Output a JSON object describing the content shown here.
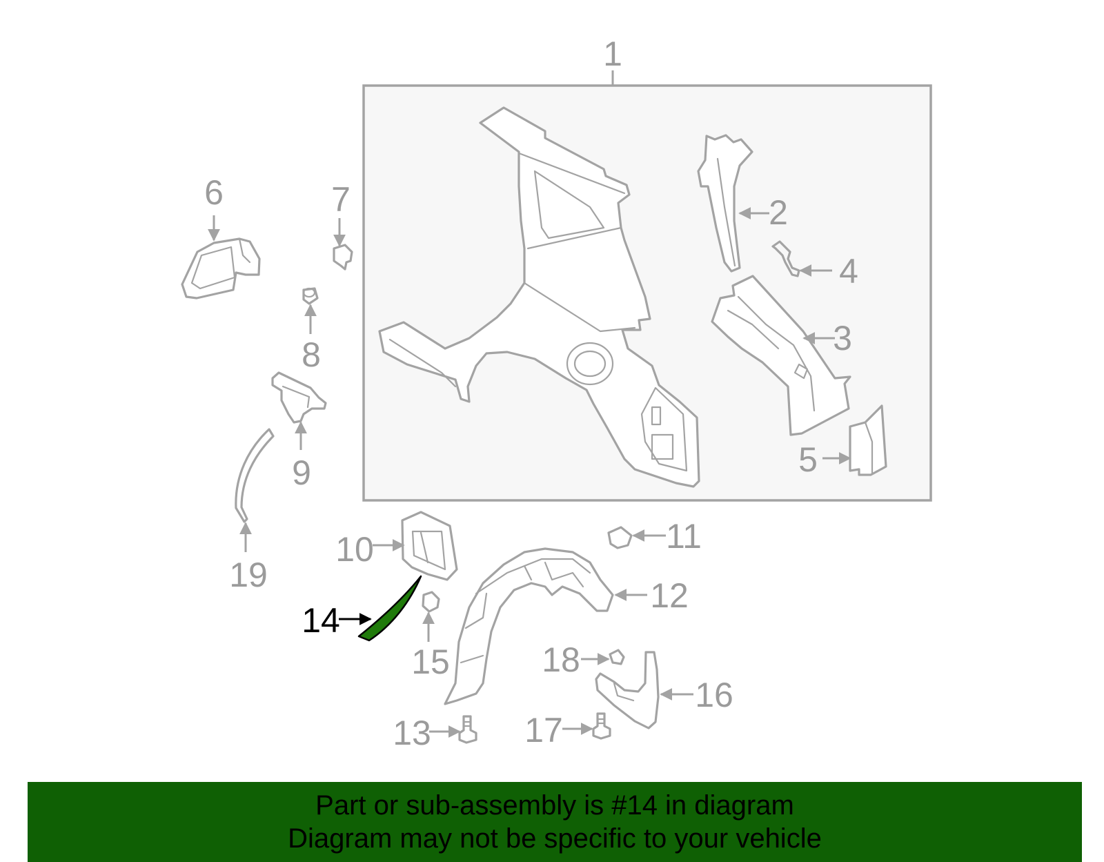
{
  "diagram": {
    "callouts": {
      "c1": "1",
      "c2": "2",
      "c3": "3",
      "c4": "4",
      "c5": "5",
      "c6": "6",
      "c7": "7",
      "c8": "8",
      "c9": "9",
      "c10": "10",
      "c11": "11",
      "c12": "12",
      "c13": "13",
      "c14": "14",
      "c15": "15",
      "c16": "16",
      "c17": "17",
      "c18": "18",
      "c19": "19"
    },
    "highlighted_part": "14",
    "colors": {
      "highlight": "#1f7a0a",
      "parts": "#a3a3a3",
      "banner": "#0f6004"
    }
  },
  "banner": {
    "line1": "Part or sub-assembly is #14 in diagram",
    "line2": "Diagram may not be specific to your vehicle"
  }
}
